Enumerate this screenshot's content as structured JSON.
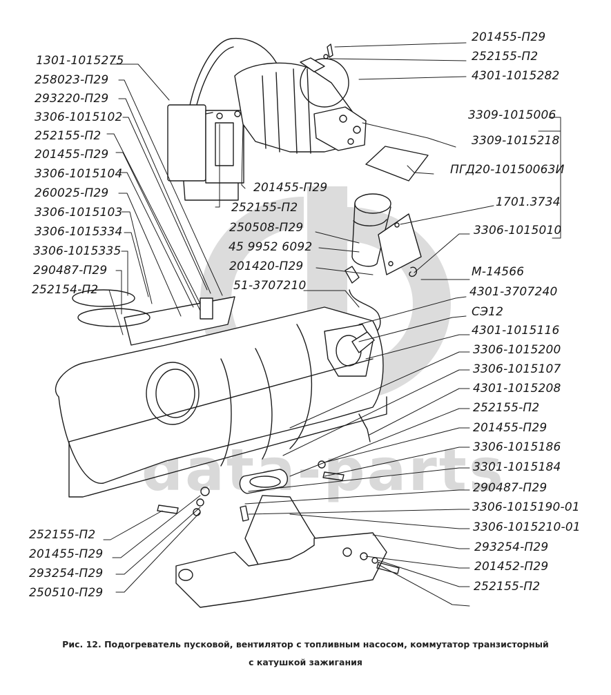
{
  "watermark": {
    "text": "data-parts",
    "color": "#d6d6d6"
  },
  "caption": {
    "line1": "Рис. 12. Подогреватель пусковой, вентилятор с топливным насосом, коммутатор транзисторный",
    "line2": "с катушкой зажигания"
  },
  "labels": {
    "left": [
      "1301-1015275",
      "258023-П29",
      "293220-П29",
      "3306-1015102",
      "252155-П2",
      "201455-П29",
      "3306-1015104",
      "260025-П29",
      "3306-1015103",
      "3306-1015334",
      "3306-1015335",
      "290487-П29",
      "252154-П2"
    ],
    "center": [
      "201455-П29",
      "252155-П2",
      "250508-П29",
      "45 9952 6092",
      "201420-П29",
      "51-3707210"
    ],
    "right": [
      "201455-П29",
      "252155-П2",
      "4301-1015282",
      "3309-1015006",
      "3309-1015218",
      "ПГД20-10150063И",
      "1701.3734",
      "3306-1015010",
      "М-14566",
      "4301-3707240",
      "СЭ12",
      "4301-1015116",
      "3306-1015200",
      "3306-1015107",
      "4301-1015208",
      "252155-П2",
      "201455-П29",
      "3306-1015186",
      "3301-1015184",
      "290487-П29",
      "3306-1015190-01",
      "3306-1015210-01",
      "293254-П29",
      "201452-П29",
      "252155-П2"
    ],
    "bottom_left": [
      "252155-П2",
      "201455-П29",
      "293254-П29",
      "250510-П29"
    ]
  }
}
